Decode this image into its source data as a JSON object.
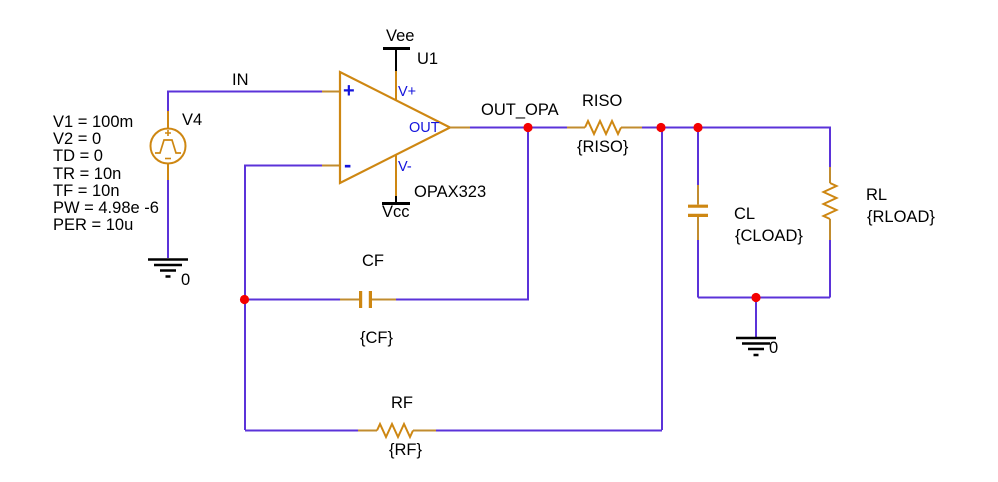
{
  "title": "opamp-capacitive-load-schematic",
  "colors": {
    "wire": "#5b33d9",
    "component_body": "#ce8712",
    "pin_lead": "#c18c2f",
    "pin_text_blue": "#1414dc",
    "junction_dot": "#f40000",
    "text": "#000000",
    "background": "#ffffff"
  },
  "source_v4": {
    "ref": "V4",
    "params": [
      "V1 = 100m",
      "V2 = 0",
      "TD = 0",
      "TR = 10n",
      "TF = 10n",
      "PW = 4.98e -6",
      "PER = 10u"
    ]
  },
  "opamp": {
    "ref": "U1",
    "part": "OPAX323",
    "rail_top": "Vee",
    "rail_bottom": "Vcc",
    "pins": {
      "in_plus": "+",
      "in_minus": "-",
      "v_plus": "V+",
      "v_minus": "V-",
      "out": "OUT"
    }
  },
  "nets": {
    "input": "IN",
    "out_opa": "OUT_OPA"
  },
  "grounds": {
    "g1": "0",
    "g2": "0"
  },
  "components": {
    "riso": {
      "ref": "RISO",
      "value": "{RISO}"
    },
    "cl": {
      "ref": "CL",
      "value": "{CLOAD}"
    },
    "rl": {
      "ref": "RL",
      "value": "{RLOAD}"
    },
    "cf": {
      "ref": "CF",
      "value": "{CF}"
    },
    "rf": {
      "ref": "RF",
      "value": "{RF}"
    }
  }
}
